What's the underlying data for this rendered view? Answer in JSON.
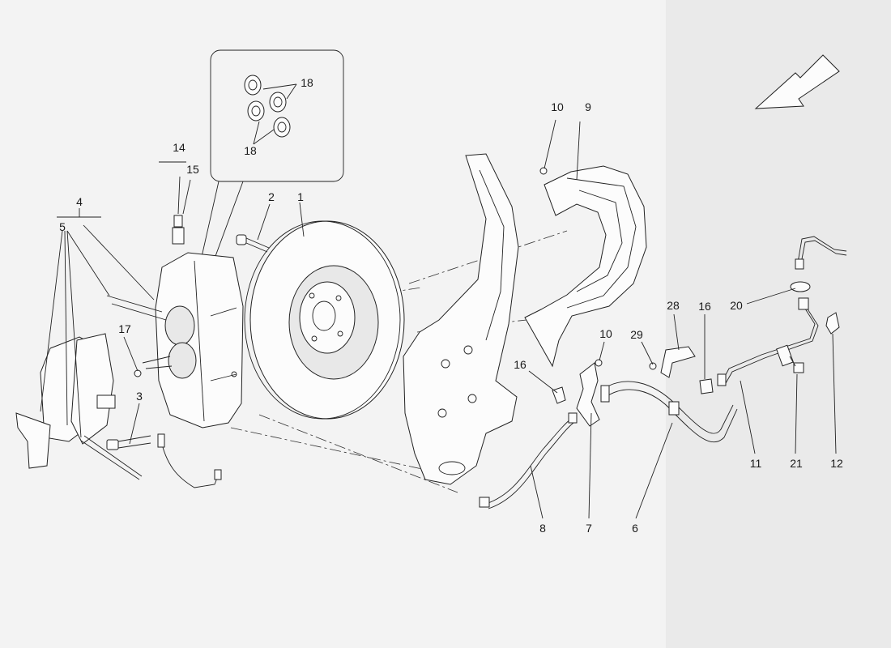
{
  "diagram": {
    "labels": {
      "l1": "1",
      "l2": "2",
      "l3": "3",
      "l4": "4",
      "l5": "5",
      "l6": "6",
      "l7": "7",
      "l8": "8",
      "l9": "9",
      "l10a": "10",
      "l10b": "10",
      "l11": "11",
      "l12": "12",
      "l14": "14",
      "l15": "15",
      "l16a": "16",
      "l16b": "16",
      "l17": "17",
      "l18a": "18",
      "l18b": "18",
      "l20": "20",
      "l21": "21",
      "l28": "28",
      "l29": "29"
    },
    "colors": {
      "background": "#f3f3f3",
      "line": "#222222",
      "panel": "#eaeaea"
    },
    "icons": {
      "direction_arrow": "arrow-down-left-icon"
    }
  }
}
